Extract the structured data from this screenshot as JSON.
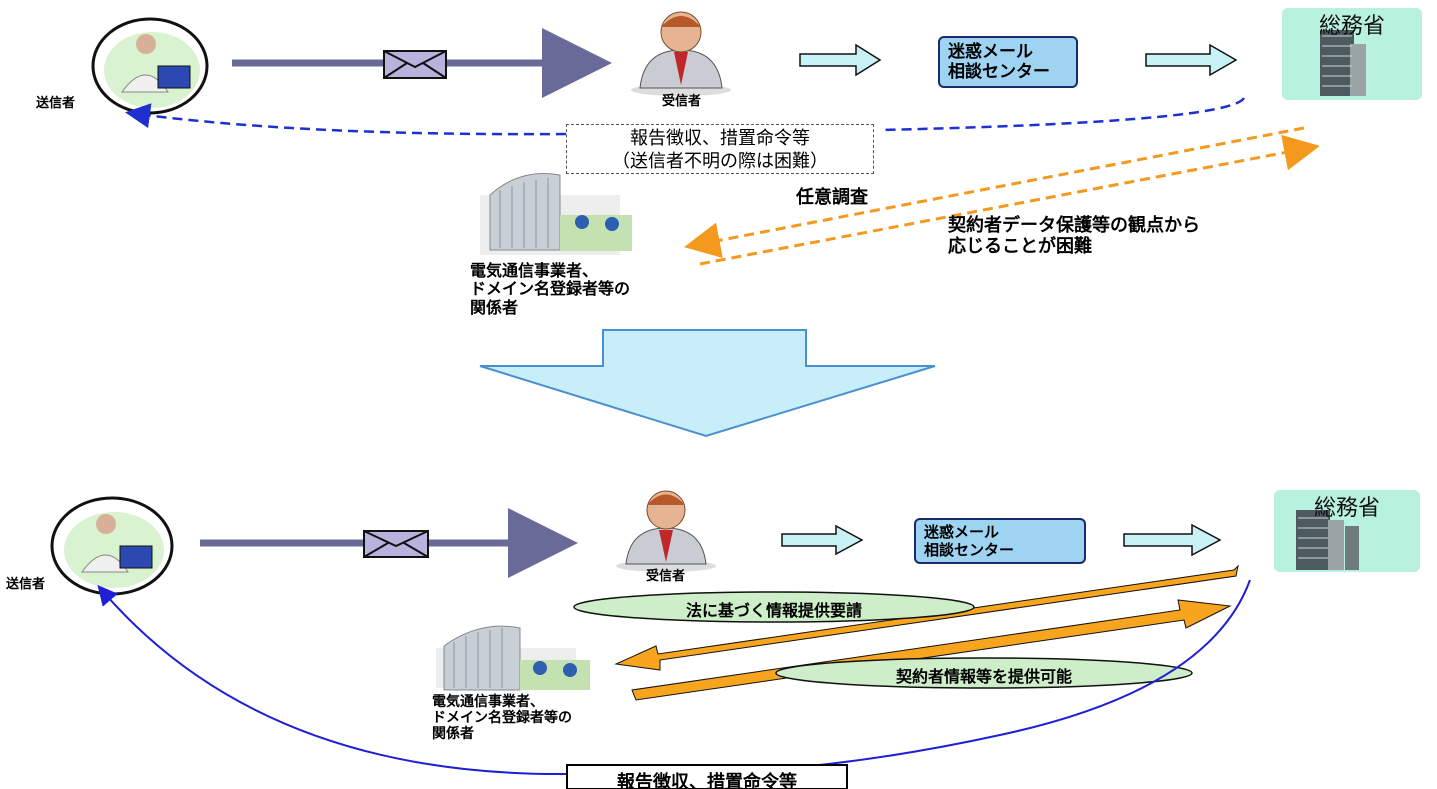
{
  "top": {
    "sender": "送信者",
    "receiver": "受信者",
    "center": [
      "迷惑メール",
      "相談センター"
    ],
    "ministry": "総務省",
    "report_box": "報告徴収、措置命令等\n（送信者不明の際は困難）",
    "voluntary": "任意調査",
    "difficulty": "契約者データ保護等の観点から\n応じることが困難",
    "parties": "電気通信事業者、\nドメイン名登録者等の\n関係者"
  },
  "bottom": {
    "sender": "送信者",
    "receiver": "受信者",
    "center": [
      "迷惑メール",
      "相談センター"
    ],
    "ministry": "総務省",
    "request": "法に基づく情報提供要請",
    "provide": "契約者情報等を提供可能",
    "parties": "電気通信事業者、\nドメイン名登録者等の\n関係者",
    "report_box": "報告徴収、措置命令等"
  },
  "colors": {
    "arrow_dark": "#6a6a99",
    "arrow_light": "#c9f2f6",
    "center_fill": "#9fd3f2",
    "dash_blue": "#1f2fd0",
    "dash_orange": "#f39a1e",
    "orange_fill": "#f7a41e",
    "ellipse_fill": "#cdeec9",
    "ministry_bg": "#b9f1df",
    "big_arrow": "#c8eefa",
    "curve_blue": "#1f1fd6"
  }
}
